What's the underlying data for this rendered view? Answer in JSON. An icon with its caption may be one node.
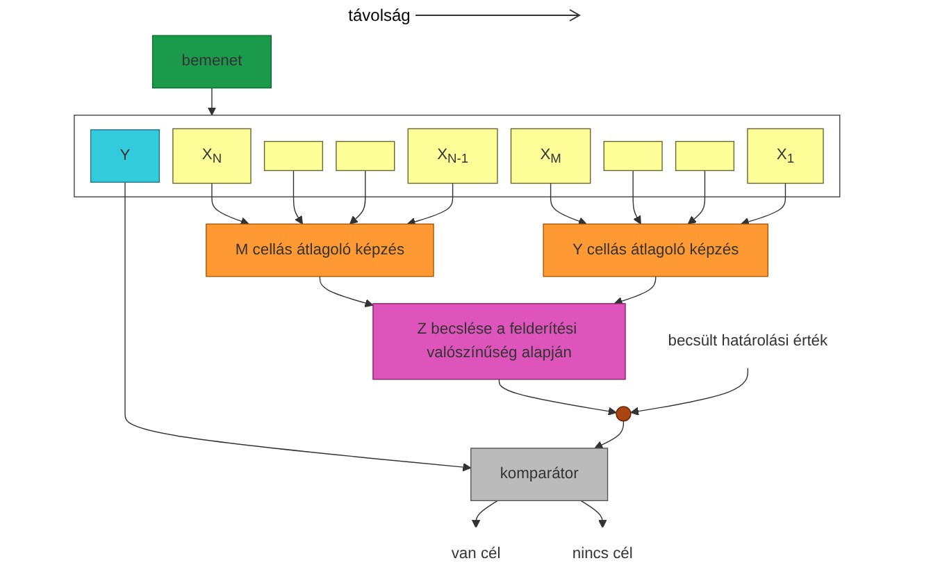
{
  "diagram": {
    "nodes": [
      {
        "text": [],
        "shape": "box"
      },
      {
        "text": [
          "bemenet"
        ]
      },
      {
        "text": [
          "X$_{N}$"
        ],
        "in": 0
      },
      {
        "text": [],
        "shape": "box",
        "in": 0
      },
      {
        "text": [],
        "shape": "box",
        "in": 0
      },
      {
        "text": [
          "X$_{N-1}$"
        ],
        "in": 0
      },
      {
        "text": [
          "Y"
        ],
        "in": 0
      },
      {
        "text": [
          "X$_{M}$"
        ],
        "in": 0
      },
      {
        "text": [],
        "shape": "box",
        "in": 0
      },
      {
        "text": [],
        "shape": "box",
        "in": 0
      },
      {
        "text": [
          "X$_{1}$"
        ],
        "in": 0
      },
      {
        "text": [
          "M cellás átlagoló képzés"
        ]
      },
      {
        "text": [
          "Y cellás átlagoló képzés"
        ]
      },
      {
        "text": [
          "Z becslése a felderítési valószínűség alapján"
        ]
      },
      {
        "text": [],
        "shape": "circle"
      },
      {
        "text": [
          "komparátor"
        ]
      },
      {
        "text": [
          "becsült határolási érték"
        ]
      },
      {
        "text": [
          "van cél"
        ]
      },
      {
        "text": [
          "nincs cél"
        ]
      }
    ],
    "edges": [
      {
        "from": 1,
        "to": 0,
        "arrow": "to"
      },
      {
        "from": 2,
        "to": 11,
        "arrow": "to"
      },
      {
        "from": 3,
        "to": 11,
        "arrow": "to"
      },
      {
        "from": 4,
        "to": 11,
        "arrow": "to"
      },
      {
        "from": 5,
        "to": 11,
        "arrow": "to"
      },
      {
        "from": 7,
        "to": 12,
        "arrow": "to"
      },
      {
        "from": 8,
        "to": 12,
        "arrow": "to"
      },
      {
        "from": 9,
        "to": 12,
        "arrow": "to"
      },
      {
        "from": 10,
        "to": 12,
        "arrow": "to"
      },
      {
        "from": 11,
        "to": 13,
        "arrow": "to"
      },
      {
        "from": 12,
        "to": 13,
        "arrow": "to"
      },
      {
        "from": 6,
        "to": 15,
        "arrow": "to"
      },
      {
        "from": 13,
        "to": 14,
        "arrow": "to"
      },
      {
        "from": 16,
        "to": 14,
        "arrow": "to"
      },
      {
        "from": 14,
        "to": 15,
        "arrow": "to"
      },
      {
        "from": 15,
        "to": 17,
        "arrow": "to"
      },
      {
        "from": 15,
        "to": 18,
        "arrow": "to"
      }
    ],
    "labels": [
      "távolság"
    ]
  }
}
